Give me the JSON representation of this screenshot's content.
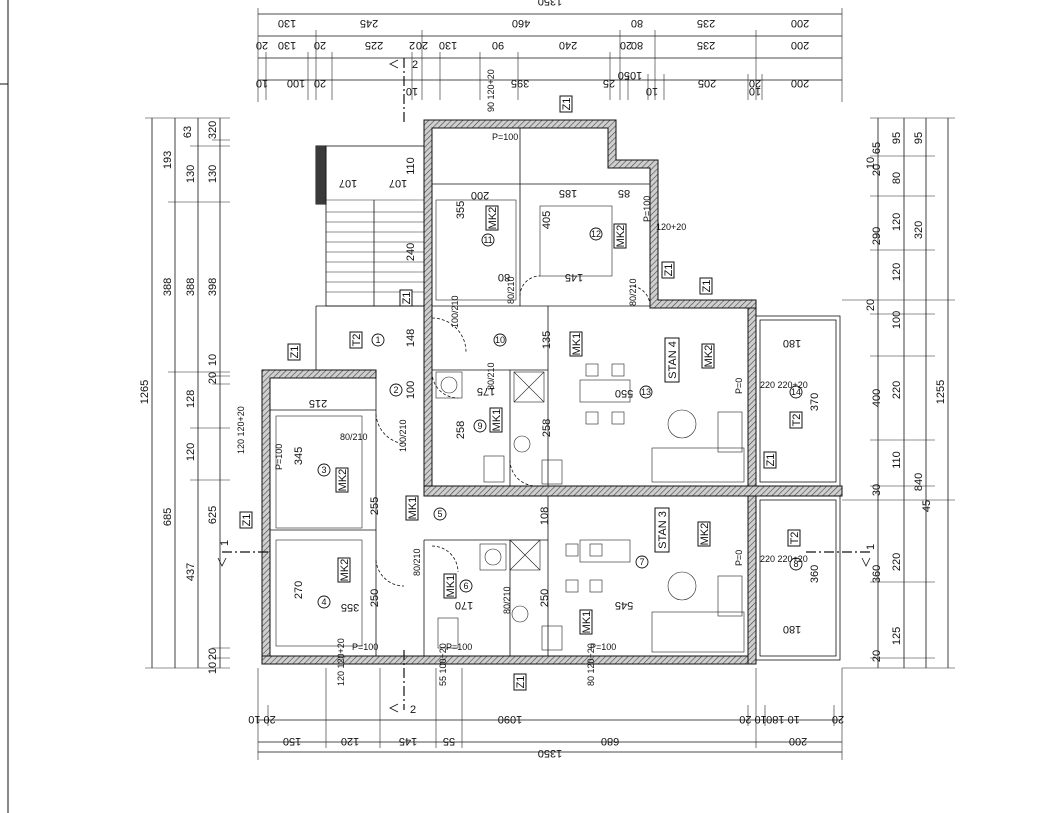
{
  "dims_top": {
    "row1": [
      "1350"
    ],
    "row2": [
      "130",
      "245",
      "460",
      "80",
      "235",
      "200"
    ],
    "row3": [
      "20",
      "130",
      "20",
      "225",
      "2",
      "20",
      "130",
      "90",
      "240",
      "20",
      "80",
      "235",
      "200"
    ],
    "row4": [
      "10",
      "100",
      "20",
      "10",
      "395",
      "25",
      "1050",
      "10",
      "205",
      "20",
      "10",
      "200"
    ]
  },
  "dims_bottom": {
    "row1": [
      "20 10",
      "1090",
      "10 20",
      "10 180",
      "20"
    ],
    "row2": [
      "150",
      "120",
      "145",
      "55",
      "680",
      "200"
    ],
    "row3": [
      "1350"
    ]
  },
  "dims_left": {
    "outer": [
      "1265"
    ],
    "mid": [
      "193",
      "388",
      "685"
    ],
    "inner": [
      "130",
      "388",
      "128",
      "120",
      "437"
    ],
    "innermost": [
      "63",
      "320",
      "130",
      "398",
      "20",
      "10",
      "625",
      "10",
      "20"
    ]
  },
  "dims_right": {
    "outer": [
      "1255"
    ],
    "mid": [
      "10",
      "20",
      "290",
      "400",
      "840",
      "45"
    ],
    "inner": [
      "65",
      "20",
      "80",
      "120",
      "120",
      "100",
      "220",
      "110",
      "30",
      "220",
      "125",
      "20",
      "360"
    ],
    "innermost": [
      "95",
      "95",
      "320"
    ]
  },
  "units": {
    "stan4": "STAN 4",
    "stan3": "STAN 3"
  },
  "tags": {
    "z1": "Z1",
    "t2": "T2",
    "mk1": "MK1",
    "mk2": "MK2"
  },
  "rooms": [
    "1",
    "2",
    "3",
    "4",
    "5",
    "6",
    "7",
    "8",
    "9",
    "10",
    "11",
    "12",
    "13",
    "14"
  ],
  "room_dims": {
    "r11_w": "200",
    "r11_h": "355",
    "r12_w": "185",
    "r12_w2": "85",
    "r12_h": "405",
    "r10_h": "135",
    "r10_w": "80",
    "r10_w2": "145",
    "r9_h": "258",
    "r9_w": "175",
    "r13_w": "550",
    "r14_w": "180",
    "r14_h": "370",
    "r3_w": "215",
    "r3_h": "345",
    "r4_w": "355",
    "r4_h": "270",
    "r4_h2": "250",
    "r5_h": "255",
    "r6_w": "170",
    "r7_w": "545",
    "r7_h": "250",
    "r8_w": "180",
    "r8_h": "360",
    "r1_h": "148",
    "r2_h": "100",
    "stair_w1": "107",
    "stair_w2": "107",
    "stair_h": "240",
    "stair_top": "110",
    "r6_h": "108"
  },
  "doors": {
    "d1": "80/210",
    "d2": "100/210",
    "d3": "80/210",
    "d4": "80/210",
    "d5": "80/210",
    "d6": "100/210",
    "d7": "80/210",
    "d8": "80/210"
  },
  "windows": {
    "w1": "120\n120+20",
    "w2": "90\n120+20",
    "w3": "120+20",
    "w4": "220\n220+20",
    "w5": "220\n220+20",
    "w6": "120\n120+20",
    "w7": "55\n100+20",
    "w8": "80\n120+20",
    "pr1": "P=100",
    "pr2": "P=100",
    "pr3": "P=100",
    "pr4": "P=100",
    "pr5": "P=100",
    "pr6": "P=0",
    "pr7": "P=0",
    "pr8": "P=100"
  },
  "section": {
    "a": "1",
    "b": "2"
  }
}
